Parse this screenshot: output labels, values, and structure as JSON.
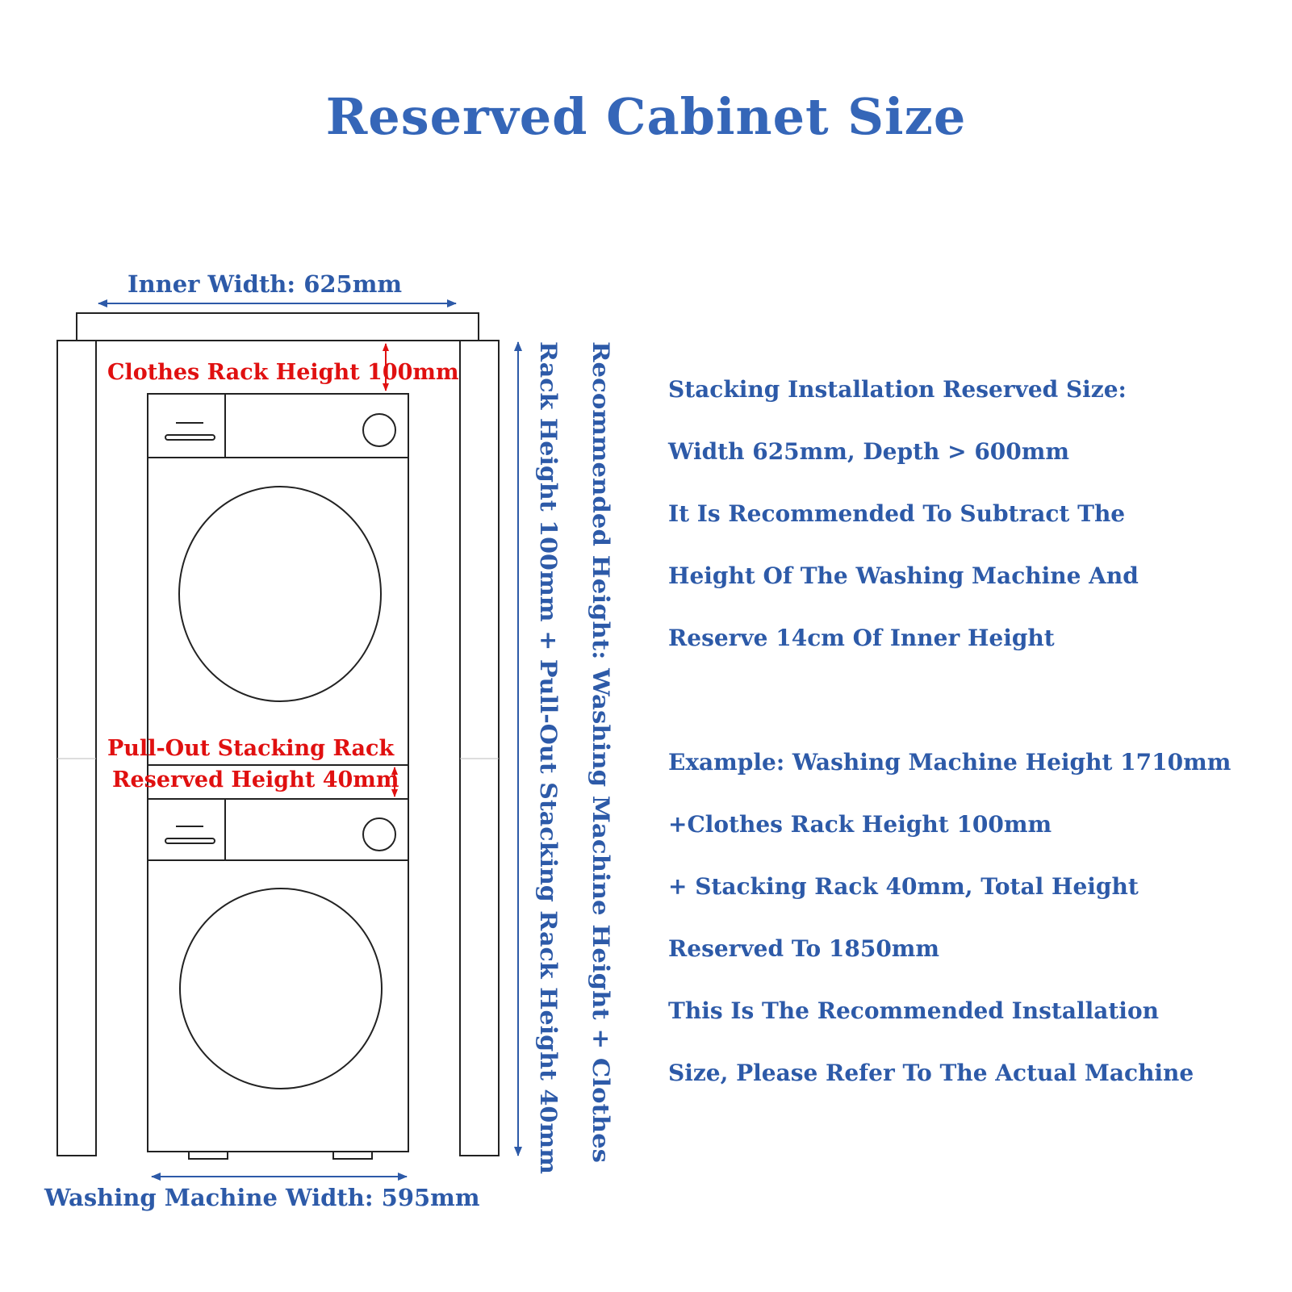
{
  "title": "Reserved Cabinet Size",
  "colors": {
    "accent": "#2d5aa8",
    "warning": "#e01010",
    "outline": "#222222"
  },
  "diagram": {
    "inner_width_label": "Inner Width: 625mm",
    "clothes_rack_label": "Clothes Rack Height 100mm",
    "stacking_rack_label_1": "Pull-Out Stacking Rack",
    "stacking_rack_label_2": "Reserved Height 40mm",
    "machine_width_label": "Washing Machine Width: 595mm",
    "vertical_label_1": "Rack Height 100mm + Pull-Out Stacking Rack Height 40mm",
    "vertical_label_2": "Recommended Height: Washing Machine Height + Clothes"
  },
  "notes": {
    "block1": [
      "Stacking Installation Reserved Size:",
      "Width 625mm, Depth > 600mm",
      "It Is Recommended To Subtract The",
      "Height Of The Washing Machine And",
      "Reserve 14cm Of Inner Height"
    ],
    "block2": [
      "Example: Washing Machine Height 1710mm",
      "+Clothes Rack Height 100mm",
      "+ Stacking Rack 40mm, Total Height",
      "Reserved To 1850mm",
      "This Is The Recommended Installation",
      "Size, Please Refer To The Actual Machine"
    ]
  }
}
